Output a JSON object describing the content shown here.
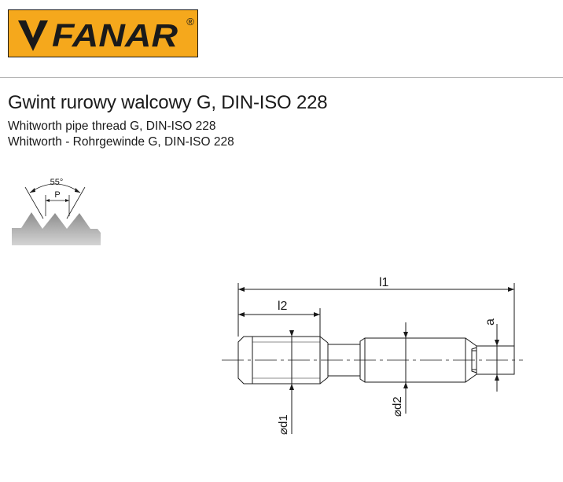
{
  "brand": {
    "name": "FANAR",
    "registered_mark": "®",
    "color": "#f5a81c"
  },
  "heading": {
    "title": "Gwint rurowy walcowy G, DIN-ISO 228",
    "subtitle_en": "Whitworth pipe thread G, DIN-ISO 228",
    "subtitle_de": "Whitworth - Rohrgewinde G, DIN-ISO 228"
  },
  "thread_profile": {
    "angle_label": "55°",
    "pitch_label": "P"
  },
  "tool_drawing": {
    "dim_l1": "l1",
    "dim_l2": "l2",
    "dim_a": "a",
    "dim_d1": "⌀d1",
    "dim_d2": "⌀d2"
  }
}
